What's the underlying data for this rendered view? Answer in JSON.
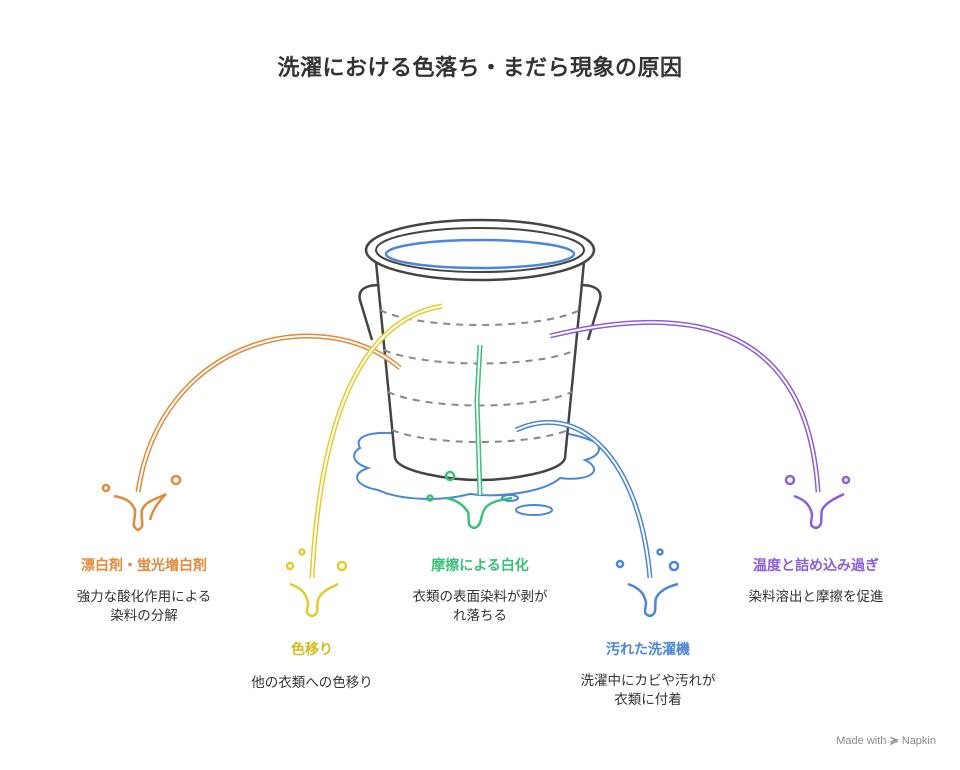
{
  "title": "洗濯における色落ち・まだら現象の原因",
  "colors": {
    "orange": "#e08a3c",
    "yellow": "#e3cc2b",
    "green": "#3cbf7a",
    "blue": "#4a86d9",
    "purple": "#8a5fd9",
    "bucket_outline": "#444444",
    "water": "#4a86d9"
  },
  "causes": [
    {
      "label": "漂白剤・蛍光増白剤",
      "desc": "強力な酸化作用による染料の分解",
      "color": "#e08a3c"
    },
    {
      "label": "色移り",
      "desc": "他の衣類への色移り",
      "color": "#e3cc2b"
    },
    {
      "label": "摩擦による白化",
      "desc": "衣類の表面染料が剥がれ落ちる",
      "color": "#3cbf7a"
    },
    {
      "label": "汚れた洗濯機",
      "desc": "洗濯中にカビや汚れが衣類に付着",
      "color": "#4a86d9"
    },
    {
      "label": "温度と詰め込み過ぎ",
      "desc": "染料溶出と摩擦を促進",
      "color": "#8a5fd9"
    }
  ],
  "footer": {
    "made_with": "Made with",
    "brand": "Napkin",
    "icon": "napkin-logo-icon"
  }
}
